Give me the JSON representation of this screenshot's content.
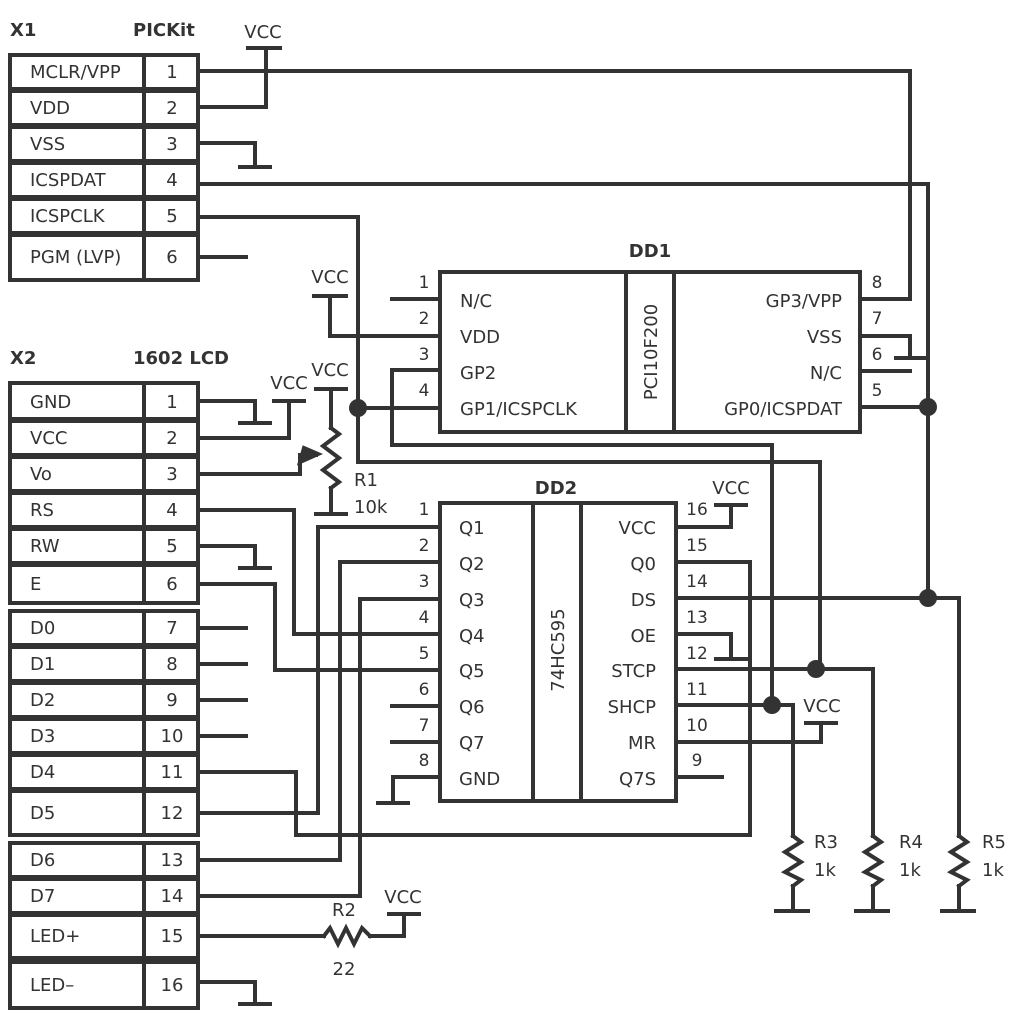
{
  "x1": {
    "designator": "X1",
    "name": "PICKit",
    "pins": [
      {
        "num": "1",
        "label": "MCLR/VPP"
      },
      {
        "num": "2",
        "label": "VDD"
      },
      {
        "num": "3",
        "label": "VSS"
      },
      {
        "num": "4",
        "label": "ICSPDAT"
      },
      {
        "num": "5",
        "label": "ICSPCLK"
      },
      {
        "num": "6",
        "label": "PGM (LVP)"
      }
    ]
  },
  "x2": {
    "designator": "X2",
    "name": "1602 LCD",
    "pins": [
      {
        "num": "1",
        "label": "GND"
      },
      {
        "num": "2",
        "label": "VCC"
      },
      {
        "num": "3",
        "label": "Vo"
      },
      {
        "num": "4",
        "label": "RS"
      },
      {
        "num": "5",
        "label": "RW"
      },
      {
        "num": "6",
        "label": "E"
      },
      {
        "num": "7",
        "label": "D0"
      },
      {
        "num": "8",
        "label": "D1"
      },
      {
        "num": "9",
        "label": "D2"
      },
      {
        "num": "10",
        "label": "D3"
      },
      {
        "num": "11",
        "label": "D4"
      },
      {
        "num": "12",
        "label": "D5"
      },
      {
        "num": "13",
        "label": "D6"
      },
      {
        "num": "14",
        "label": "D7"
      },
      {
        "num": "15",
        "label": "LED+"
      },
      {
        "num": "16",
        "label": "LED–"
      }
    ]
  },
  "dd1": {
    "designator": "DD1",
    "part": "PCI10F200",
    "left_pins": [
      {
        "num": "1",
        "label": "N/C"
      },
      {
        "num": "2",
        "label": "VDD"
      },
      {
        "num": "3",
        "label": "GP2"
      },
      {
        "num": "4",
        "label": "GP1/ICSPCLK"
      }
    ],
    "right_pins": [
      {
        "num": "8",
        "label": "GP3/VPP"
      },
      {
        "num": "7",
        "label": "VSS"
      },
      {
        "num": "6",
        "label": "N/C"
      },
      {
        "num": "5",
        "label": "GP0/ICSPDAT"
      }
    ]
  },
  "dd2": {
    "designator": "DD2",
    "part": "74HC595",
    "left_pins": [
      {
        "num": "1",
        "label": "Q1"
      },
      {
        "num": "2",
        "label": "Q2"
      },
      {
        "num": "3",
        "label": "Q3"
      },
      {
        "num": "4",
        "label": "Q4"
      },
      {
        "num": "5",
        "label": "Q5"
      },
      {
        "num": "6",
        "label": "Q6"
      },
      {
        "num": "7",
        "label": "Q7"
      },
      {
        "num": "8",
        "label": "GND"
      }
    ],
    "right_pins": [
      {
        "num": "16",
        "label": "VCC"
      },
      {
        "num": "15",
        "label": "Q0"
      },
      {
        "num": "14",
        "label": "DS"
      },
      {
        "num": "13",
        "label": "OE"
      },
      {
        "num": "12",
        "label": "STCP"
      },
      {
        "num": "11",
        "label": "SHCP"
      },
      {
        "num": "10",
        "label": "MR"
      },
      {
        "num": "9",
        "label": "Q7S"
      }
    ]
  },
  "vcc_label": "VCC",
  "resistors": {
    "r1": {
      "ref": "R1",
      "value": "10k"
    },
    "r2": {
      "ref": "R2",
      "value": "22"
    },
    "r3": {
      "ref": "R3",
      "value": "1k"
    },
    "r4": {
      "ref": "R4",
      "value": "1k"
    },
    "r5": {
      "ref": "R5",
      "value": "1k"
    }
  }
}
